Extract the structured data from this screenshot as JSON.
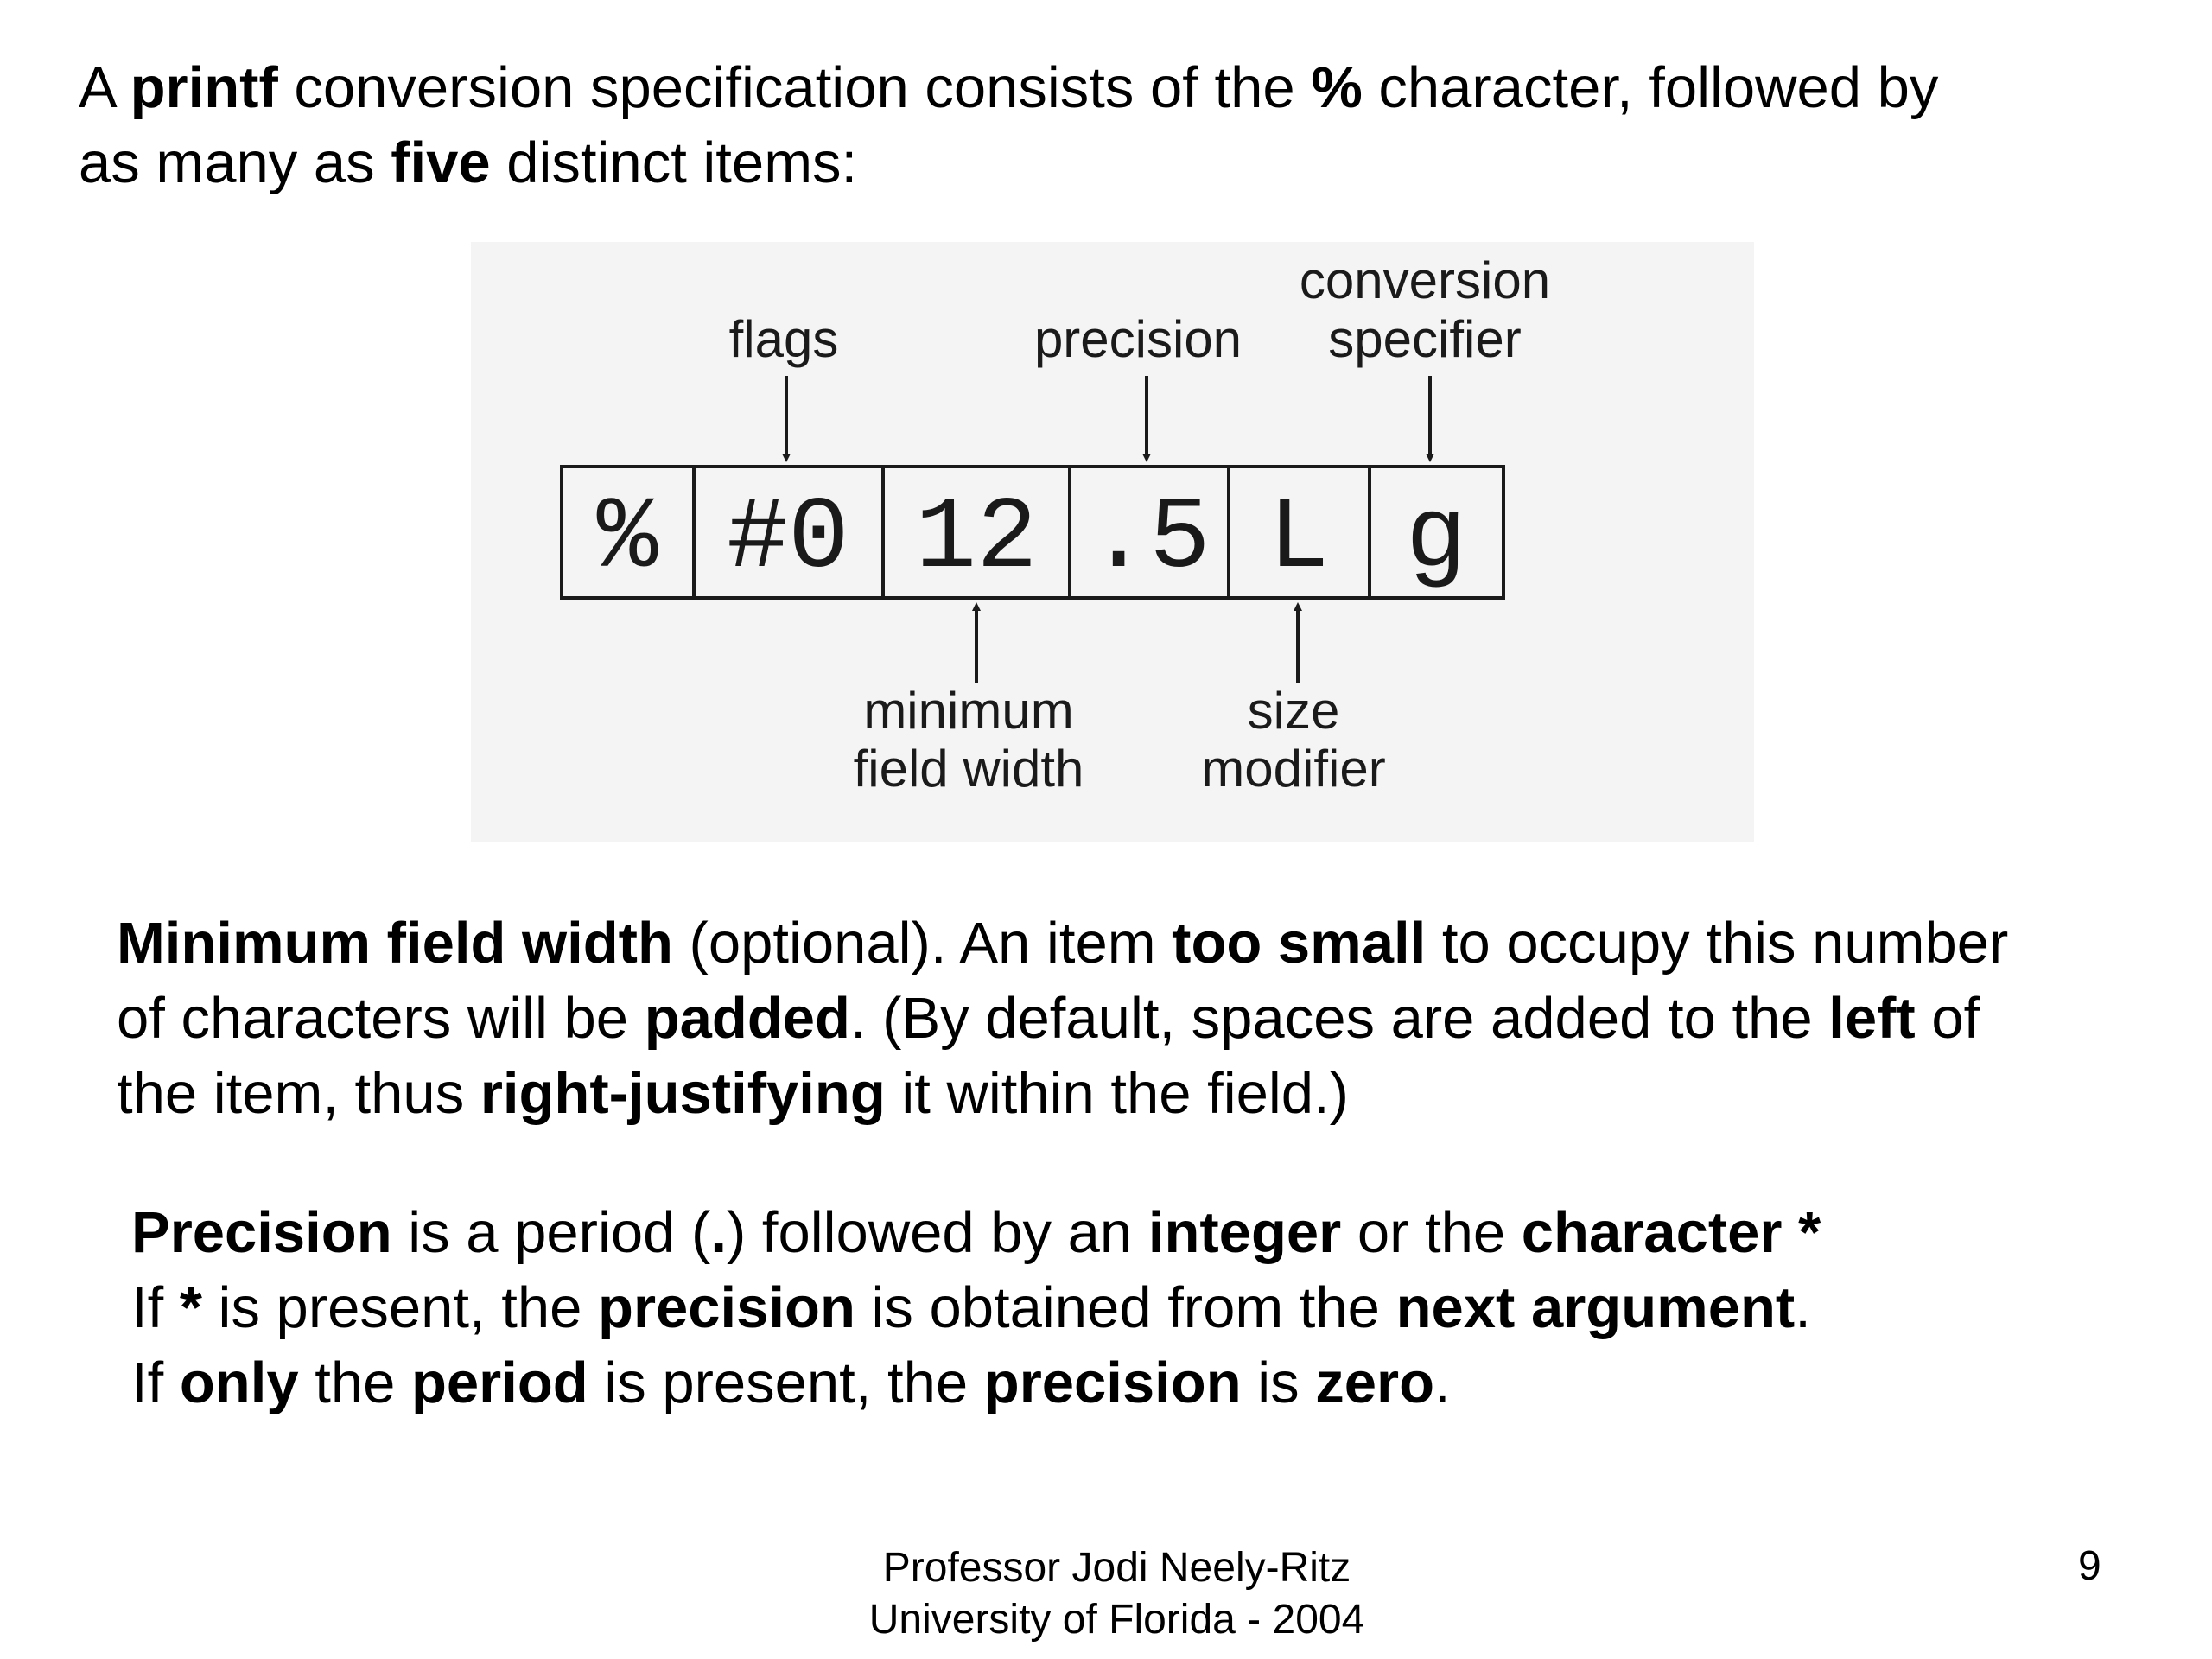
{
  "intro": {
    "t1": "A ",
    "b1": "printf",
    "t2": " conversion specification consists of the ",
    "b2": "%",
    "t3": " character, followed by",
    "t4": "as many as ",
    "b3": "five",
    "t5": " distinct items:"
  },
  "diagram": {
    "cells": [
      "%",
      "#0",
      "12",
      ".5",
      "L",
      "g"
    ],
    "top_labels": {
      "flags": "flags",
      "precision": "precision",
      "conversion_1": "conversion",
      "conversion_2": "specifier"
    },
    "bottom_labels": {
      "min_1": "minimum",
      "min_2": "field width",
      "size_1": "size",
      "size_2": "modifier"
    }
  },
  "width_para": {
    "b1": "Minimum field width",
    "t1": " (optional). An item ",
    "b2": "too small",
    "t2": " to occupy this number",
    "t3": "of characters will be ",
    "b3": "padded",
    "t4": ". (By default, spaces are added to the ",
    "b4": "left",
    "t5": " of",
    "t6": "the item, thus ",
    "b5": "right-justifying",
    "t7": " it within the field.)"
  },
  "precision_para": {
    "b1": "Precision",
    "t1": " is a period (",
    "b2": ".",
    "t2": ") followed by an ",
    "b3": "integer",
    "t3": " or the ",
    "b4": "character *",
    "t4": "If ",
    "b5": "*",
    "t5": " is present, the ",
    "b6": "precision",
    "t6": " is obtained from the ",
    "b7": "next argument",
    "t7": ".",
    "t8": "If ",
    "b8": "only",
    "t9": " the ",
    "b9": "period",
    "t10": " is present, the ",
    "b10": "precision",
    "t11": " is ",
    "b11": "zero",
    "t12": "."
  },
  "footer": {
    "author": "Professor Jodi Neely-Ritz",
    "university": "University of Florida - 2004",
    "page_number": "9"
  }
}
